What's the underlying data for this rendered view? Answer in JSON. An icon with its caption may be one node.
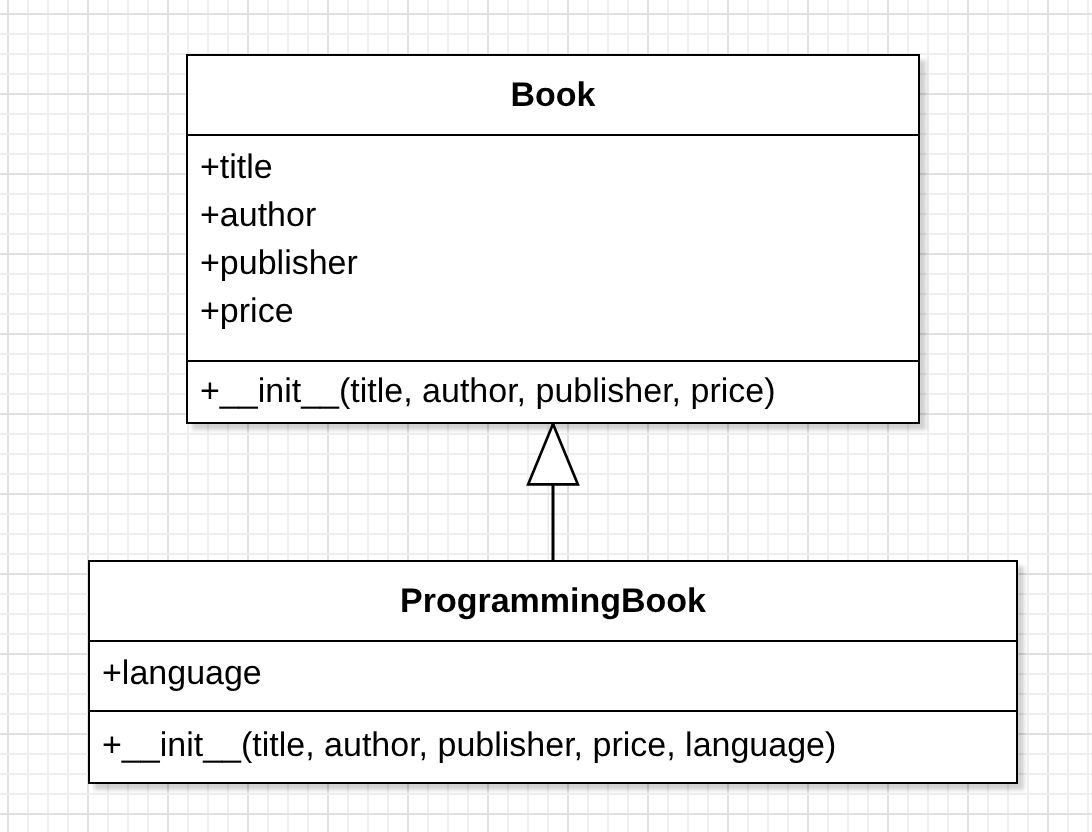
{
  "diagram": {
    "nodes": [
      {
        "text": [
          "Book",
          "+title",
          "+author",
          "+publisher",
          "+price",
          "+__init__(title, author, publisher, price)"
        ]
      },
      {
        "text": [
          "ProgrammingBook",
          "+language",
          "+__init__(title, author, publisher, price, language)"
        ]
      }
    ],
    "edges": [
      {
        "from": 1,
        "to": 0,
        "arrow": "to"
      }
    ]
  }
}
